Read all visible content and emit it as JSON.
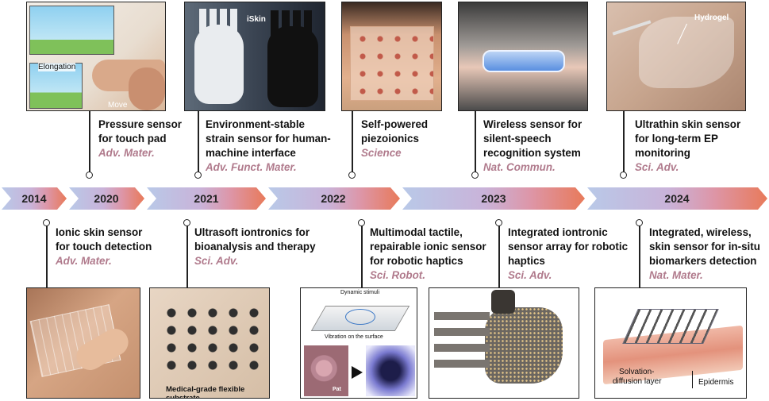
{
  "years": [
    "2014",
    "2020",
    "2021",
    "2022",
    "2023",
    "2024"
  ],
  "colors": {
    "arrow_start": "#b9c9e8",
    "arrow_mid": "#c9b3d9",
    "arrow_end": "#e87a5a",
    "journal": "#b07a8c"
  },
  "top_items": [
    {
      "title_lines": [
        "Pressure sensor",
        "for touch pad"
      ],
      "journal": "Adv. Mater.",
      "image_labels": {
        "a": "Elongation",
        "b": "Move"
      }
    },
    {
      "title_lines": [
        "Environment-stable",
        "strain sensor for human-",
        "machine interface"
      ],
      "journal": "Adv. Funct. Mater.",
      "image_labels": {
        "a": "iSkin"
      }
    },
    {
      "title_lines": [
        "Self-powered",
        "piezoionics"
      ],
      "journal": "Science"
    },
    {
      "title_lines": [
        "Wireless sensor for",
        "silent-speech",
        "recognition system"
      ],
      "journal": "Nat. Commun."
    },
    {
      "title_lines": [
        "Ultrathin skin sensor",
        "for long-term EP",
        "monitoring"
      ],
      "journal": "Sci. Adv.",
      "image_labels": {
        "a": "Hydrogel"
      }
    }
  ],
  "bottom_items": [
    {
      "title_lines": [
        "Ionic skin sensor",
        "for touch detection"
      ],
      "journal": "Adv. Mater."
    },
    {
      "title_lines": [
        "Ultrasoft iontronics for",
        "bioanalysis and therapy"
      ],
      "journal": "Sci. Adv.",
      "image_labels": {
        "a": "Medical-grade flexible substrate"
      }
    },
    {
      "title_lines": [
        "Multimodal tactile,",
        "repairable ionic sensor",
        "for robotic haptics"
      ],
      "journal": "Sci. Robot.",
      "image_labels": {
        "a": "Dynamic stimuli",
        "b": "Vibration on the surface",
        "c": "Pat"
      }
    },
    {
      "title_lines": [
        "Integrated iontronic",
        "sensor array for robotic",
        "haptics"
      ],
      "journal": "Sci. Adv."
    },
    {
      "title_lines": [
        "Integrated, wireless,",
        "skin sensor for in-situ",
        "biomarkers detection"
      ],
      "journal": "Nat. Mater.",
      "image_labels": {
        "a": "Solvation-",
        "b": "diffusion layer",
        "c": "Epidermis"
      }
    }
  ]
}
